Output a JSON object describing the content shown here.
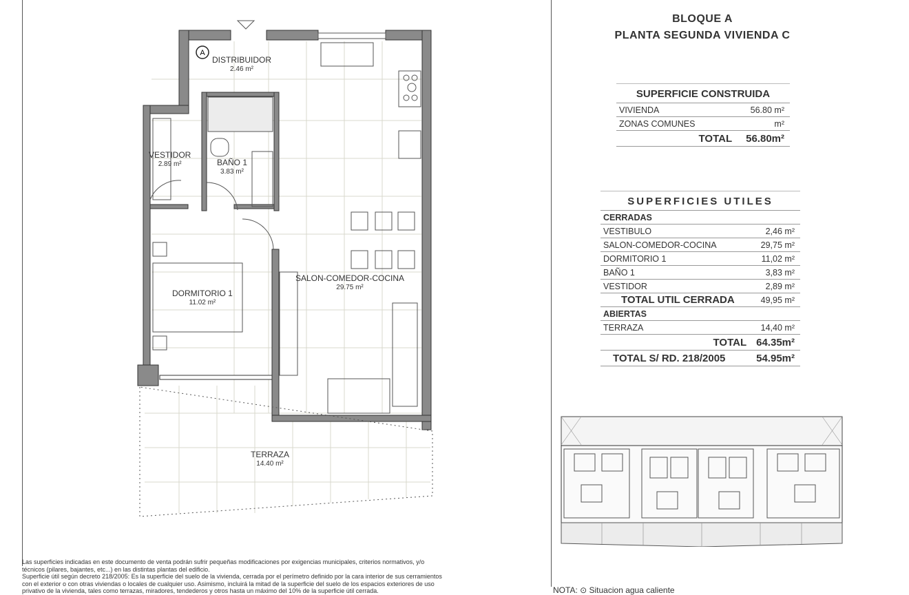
{
  "header": {
    "block": "BLOQUE A",
    "unit": "PLANTA SEGUNDA VIVIENDA C"
  },
  "rooms": [
    {
      "name": "DISTRIBUIDOR",
      "area": "2.46 m²"
    },
    {
      "name": "VESTIDOR",
      "area": "2.89 m²"
    },
    {
      "name": "BAÑO 1",
      "area": "3.83 m²"
    },
    {
      "name": "DORMITORIO 1",
      "area": "11.02 m²"
    },
    {
      "name": "SALON-COMEDOR-COCINA",
      "area": "29.75 m²"
    },
    {
      "name": "TERRAZA",
      "area": "14.40 m²"
    }
  ],
  "marker": "A",
  "construida": {
    "title": "SUPERFICIE CONSTRUIDA",
    "rows": [
      {
        "label": "VIVIENDA",
        "value": "56.80 m²"
      },
      {
        "label": "ZONAS COMUNES",
        "value": "m²"
      }
    ],
    "total_label": "TOTAL",
    "total_value": "56.80m²"
  },
  "utiles": {
    "title": "SUPERFICIES UTILES",
    "cerradas_label": "CERRADAS",
    "cerradas": [
      {
        "label": "VESTIBULO",
        "value": "2,46 m²"
      },
      {
        "label": "SALON-COMEDOR-COCINA",
        "value": "29,75 m²"
      },
      {
        "label": "DORMITORIO 1",
        "value": "11,02 m²"
      },
      {
        "label": "BAÑO 1",
        "value": "3,83 m²"
      },
      {
        "label": "VESTIDOR",
        "value": "2,89 m²"
      }
    ],
    "total_cerrada_label": "TOTAL UTIL CERRADA",
    "total_cerrada_value": "49,95 m²",
    "abiertas_label": "ABIERTAS",
    "abiertas": [
      {
        "label": "TERRAZA",
        "value": "14,40 m²"
      }
    ],
    "total_label": "TOTAL",
    "total_value": "64.35m²",
    "total_rd_label": "TOTAL S/ RD. 218/2005",
    "total_rd_value": "54.95m²"
  },
  "notes": [
    "Las superficies indicadas en este documento de venta podrán sufrir pequeñas modificaciones por exigencias municipales, criterios normativos, y/o técnicos (pilares, bajantes, etc...) en las distintas plantas del edificio.",
    "Superficie útil según decreto 218/2005: Es la superficie del suelo de la vivienda, cerrada por el perímetro definido por la cara interior de sus cerramientos con el exterior o con otras viviendas o locales de cualquier uso. Asimismo, incluirá la mitad de la superficie del suelo de los espacios exteriores de uso privativo de la vivienda, tales como terrazas, miradores, tendederos y otros hasta un máximo del 10% de la superficie útil cerrada."
  ],
  "nota": "NOTA: ⊙ Situacion agua caliente",
  "colors": {
    "wall": "#8a8a8a",
    "line": "#444444",
    "grid": "#d8d8c8"
  }
}
